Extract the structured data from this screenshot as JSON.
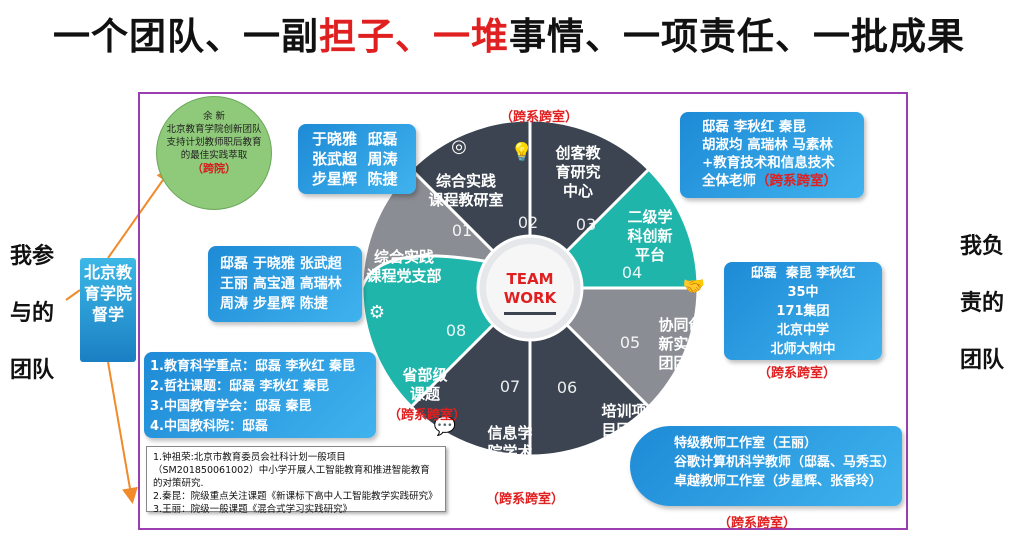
{
  "title": {
    "part1": "一个团队、一副",
    "part2": "担子、一堆",
    "part3": "事情、一项责任、一批成果"
  },
  "left_label": [
    "我参",
    "与的",
    "团队"
  ],
  "right_label": [
    "我负",
    "责的",
    "团队"
  ],
  "org_box": "北京教育学院督学",
  "circle_note": {
    "name": "余 新",
    "text": "北京教育学院创新团队支持计划教师职后教育的最佳实践萃取",
    "tag": "（跨院）"
  },
  "center": {
    "line1": "TEAM",
    "line2": "WORK"
  },
  "petals": [
    {
      "num": "01",
      "label": "综合实践\n课程党支部",
      "color": "#8a8d94"
    },
    {
      "num": "02",
      "label": "综合实践\n课程教研室",
      "color": "#3b4450"
    },
    {
      "num": "03",
      "label": "创客教\n育研究\n中心",
      "color": "#3b4450"
    },
    {
      "num": "04",
      "label": "二级学\n科创新\n平台",
      "color": "#1fb5aa"
    },
    {
      "num": "05",
      "label": "协同创\n新实验\n团团长",
      "color": "#8a8d94"
    },
    {
      "num": "06",
      "label": "培训项\n目团队",
      "color": "#3b4450"
    },
    {
      "num": "07",
      "label": "信息学\n院学术\n委员会",
      "color": "#3b4450"
    },
    {
      "num": "08",
      "label": "省部级\n课题",
      "color": "#1fb5aa"
    }
  ],
  "boxes": {
    "b02": "于晓雅  邸磊\n张武超  周涛\n步星辉  陈捷",
    "b01": "邸磊 于晓雅 张武超\n王丽 高宝通 高瑞林\n周涛 步星辉 陈捷",
    "b03": "邸磊 李秋红 秦昆\n胡淑均 高瑞林 马素林\n+教育技术和信息技术\n全体老师",
    "b03_tag": "（跨系跨室）",
    "b05": "邸磊  秦昆 李秋红\n35中\n171集团\n北京中学\n北师大附中",
    "b08": "1.教育科学重点：邸磊 李秋红 秦昆\n2.哲社课题：邸磊 李秋红 秦昆\n3.中国教育学会：邸磊 秦昆\n4.中国教科院：邸磊",
    "b06": "特级教师工作室（王丽）\n谷歌计算机科学教师（邸磊、马秀玉）\n卓越教师工作室（步星辉、张香玲）"
  },
  "small_note": "1.钟祖荣:北京市教育委员会社科计划一般项目\n（SM201850061002）中小学开展人工智能教育和推进智能教育的对策研究.\n2.秦昆：院级重点关注课题《新课标下高中人工智能教学实践研究》\n3.王丽：院级一般课题《混合式学习实践研究》",
  "red_tags": {
    "t03": "（跨系跨室）",
    "t05": "（跨系跨室）",
    "t08": "（跨系跨室）",
    "t07": "（跨系跨室）",
    "t06": "（跨系跨室）"
  },
  "icons": [
    "lightbulb-icon",
    "handshake-icon",
    "clock-icon",
    "envelope-icon",
    "chat-icon",
    "gear-head-icon",
    "target-icon"
  ]
}
